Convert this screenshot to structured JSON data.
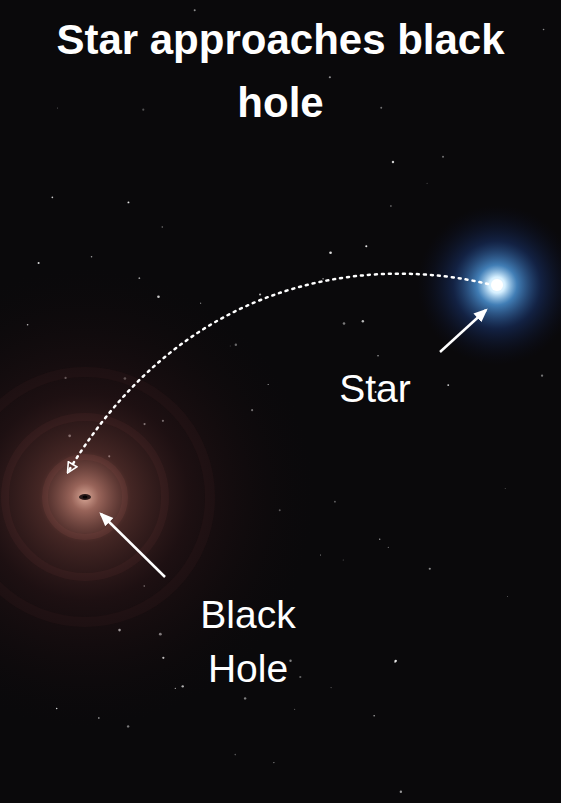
{
  "diagram": {
    "title": "Star approaches black hole",
    "labels": [
      "Star",
      "Black Hole"
    ]
  }
}
